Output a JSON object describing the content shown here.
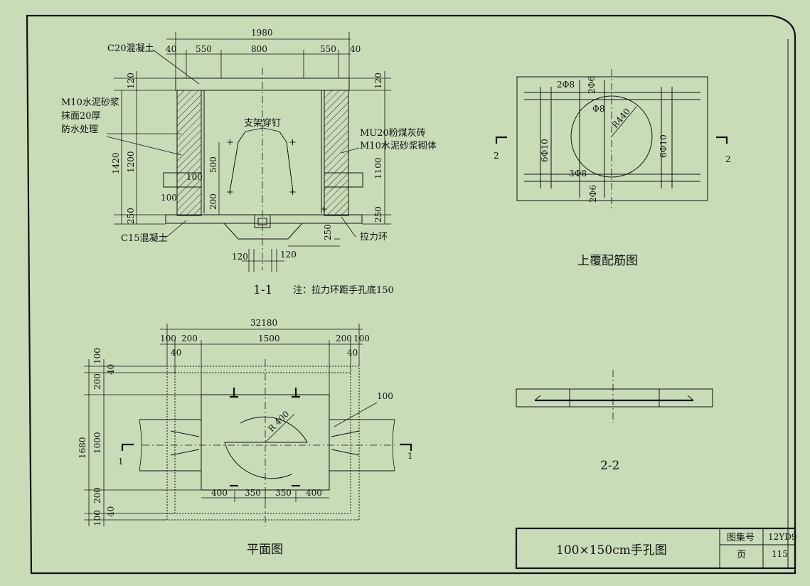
{
  "section_1_1": {
    "dims_top": {
      "total": "1980",
      "left_40": "40",
      "left_550": "550",
      "mid_800": "800",
      "right_550": "550",
      "right_40": "40"
    },
    "dims_left": {
      "top_120": "120",
      "total_1420": "1420",
      "h_1200": "1200",
      "d_100a": "100",
      "d_100b": "100",
      "bot_250": "250"
    },
    "dims_inner": {
      "h_500": "500",
      "h_200": "200"
    },
    "dims_right": {
      "top_120": "120",
      "h_1100": "1100",
      "bot_250": "250",
      "sump_250": "250"
    },
    "dims_bottom": {
      "l_120": "120",
      "r_120": "120"
    },
    "labels": {
      "c20": "C20混凝土",
      "m10_1": "M10水泥砂浆",
      "m10_2": "抹面20厚",
      "m10_3": "防水处理",
      "bracket": "支架穿钉",
      "mu20_1": "MU20粉煤灰砖",
      "mu20_2": "M10水泥砂浆砌体",
      "c15": "C15混凝土",
      "pull_ring": "拉力环"
    },
    "title": "1-1",
    "note": "注：拉力环距手孔底150"
  },
  "top_rebar": {
    "title": "上覆配筋图",
    "labels": {
      "top_a": "2Φ8",
      "top_b": "2Φ6",
      "ring": "Φ8",
      "radius": "R440",
      "left": "6Φ10",
      "right": "6Φ10",
      "bottom_a": "3Φ8",
      "bottom_b": "2Φ6"
    },
    "section_marks": {
      "left": "2",
      "right": "2"
    }
  },
  "section_2_2": {
    "title": "2-2"
  },
  "plan": {
    "title": "平面图",
    "dims_top": {
      "total": "32180",
      "d100a": "100",
      "d200a": "200",
      "d1500": "1500",
      "d200b": "200",
      "d100b": "100",
      "d40a": "40",
      "d40b": "40"
    },
    "dims_left": {
      "d100a": "100",
      "d40a": "40",
      "d200a": "200",
      "total": "1680",
      "d1000": "1000",
      "d200b": "200",
      "d40b": "40",
      "d100b": "100"
    },
    "dims_inner": {
      "d400a": "400",
      "d350a": "350",
      "d350b": "350",
      "d400b": "400",
      "right_100": "100",
      "radius": "R 400"
    },
    "section_marks": {
      "left": "1",
      "right": "1"
    }
  },
  "title_block": {
    "name": "100×150cm手孔图",
    "atlas_label": "图集号",
    "atlas_value": "12YD9",
    "page_label": "页",
    "page_value": "115"
  }
}
